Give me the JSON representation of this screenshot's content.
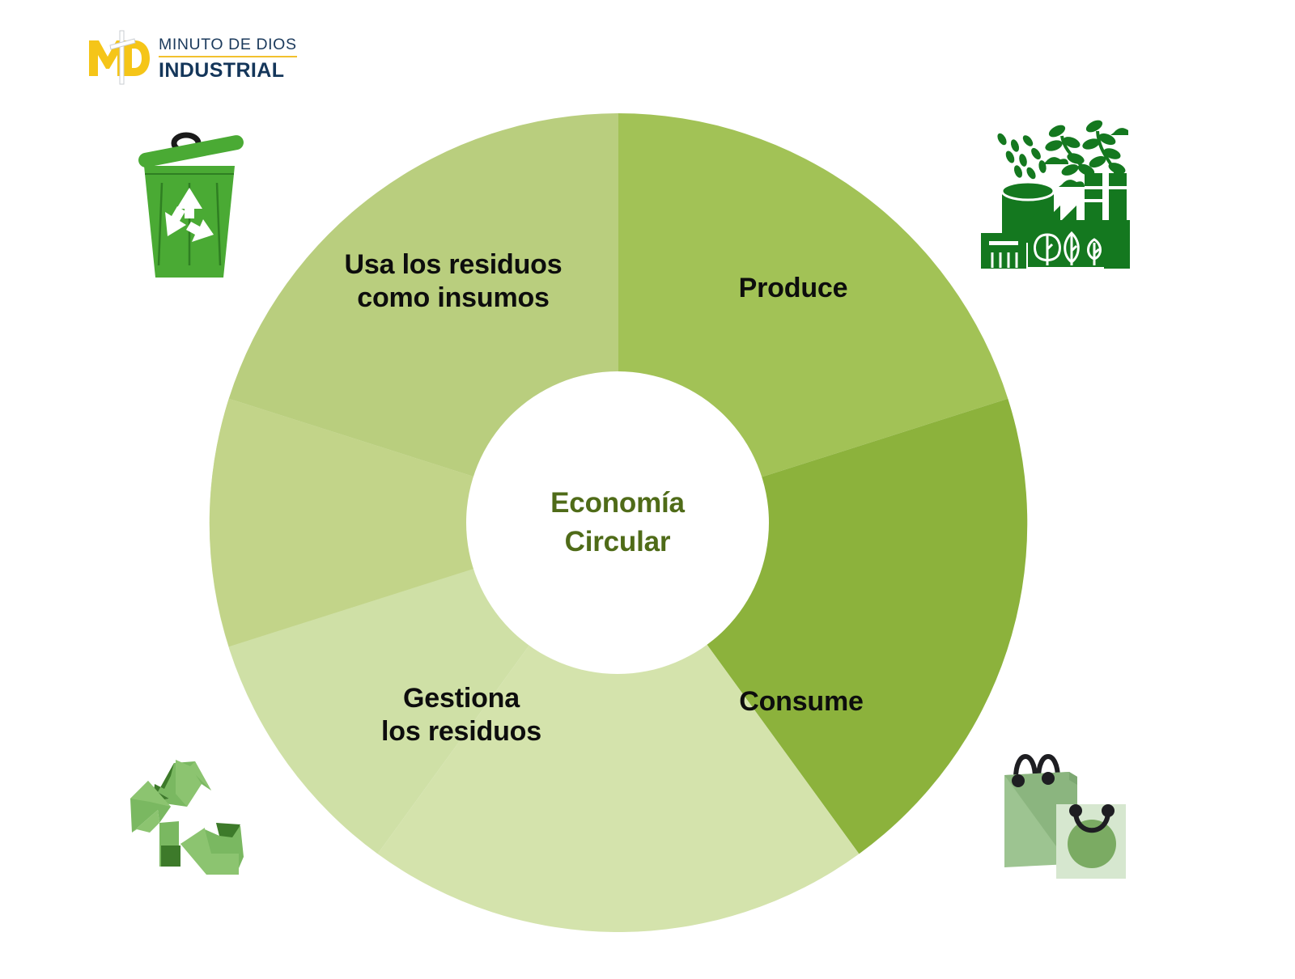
{
  "brand": {
    "logo_mark_text": "MD",
    "line1": "MINUTO DE DIOS",
    "line2": "INDUSTRIAL",
    "mark_color": "#f5c518",
    "accent_color": "#f2c12e",
    "text_color": "#14365a"
  },
  "center": {
    "title": "Economía\nCircular",
    "text_color": "#4f6b18",
    "background": "#ffffff"
  },
  "diagram": {
    "type": "donut",
    "title": "Economía Circular",
    "segment_count": 5,
    "label_color": "#0d0d0d",
    "segments": [
      {
        "id": "produce",
        "label": "Produce",
        "color": "#a2c256",
        "start_angle": 0,
        "end_angle": 72
      },
      {
        "id": "transforma",
        "label": "",
        "color": "#8cb23c",
        "start_angle": 72,
        "end_angle": 144
      },
      {
        "id": "consume",
        "label": "Consume",
        "color": "#d4e3ac",
        "start_angle": 144,
        "end_angle": 216
      },
      {
        "id": "gestiona",
        "label": "Gestiona\nlos residuos",
        "color": "#cfe0a6",
        "start_angle": 216,
        "end_angle": 288
      },
      {
        "id": "usa-residuos",
        "label": "Usa los residuos\ncomo insumos",
        "color": "#b9ce7e",
        "start_angle": 288,
        "end_angle": 360
      }
    ],
    "extra_wedges": [
      {
        "id": "usa-residuos-lighter",
        "color": "#c2d489",
        "start_angle": 252,
        "end_angle": 288
      }
    ]
  },
  "icons": [
    {
      "id": "recycle-bin",
      "name": "recycle-bin-icon",
      "position": "top-left",
      "color": "#4aaa34"
    },
    {
      "id": "eco-factory",
      "name": "eco-factory-icon",
      "position": "top-right",
      "color": "#14781f"
    },
    {
      "id": "recycle-arrows",
      "name": "recycle-arrows-icon",
      "position": "bottom-left",
      "color": "#7ab861"
    },
    {
      "id": "shopping-bags",
      "name": "shopping-bags-icon",
      "position": "bottom-right",
      "color": "#9dc491"
    }
  ],
  "chart_data": {
    "type": "pie",
    "title": "Economía Circular",
    "categories": [
      "Produce",
      "",
      "Consume",
      "Gestiona los residuos",
      "Usa los residuos como insumos"
    ],
    "values": [
      20,
      20,
      20,
      20,
      20
    ],
    "colors": [
      "#a2c256",
      "#8cb23c",
      "#d4e3ac",
      "#cfe0a6",
      "#b9ce7e"
    ],
    "xlabel": "",
    "ylabel": "",
    "legend": "none",
    "grid": false,
    "notes": "Donut diagram of the circular economy cycle with five equal 72° wedges and a white center hub."
  }
}
